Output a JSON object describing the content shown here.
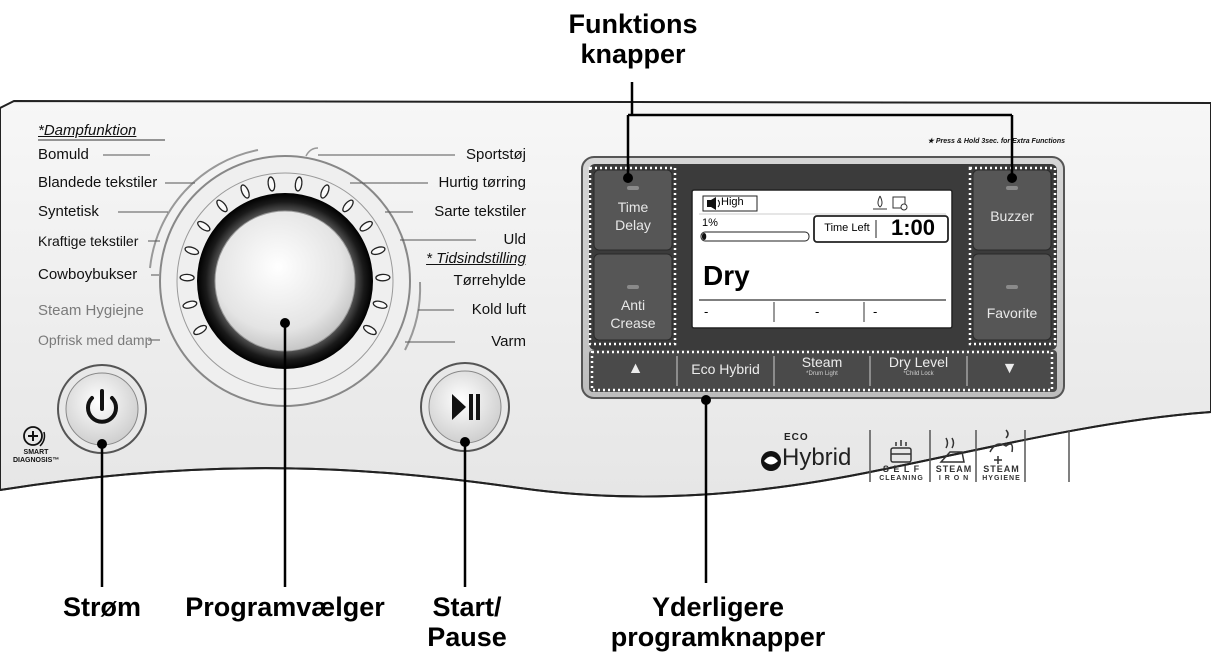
{
  "callouts": {
    "function_buttons": "Funktions\nknapper",
    "power": "Strøm",
    "program_selector": "Programvælger",
    "start_pause": "Start/\nPause",
    "extra_buttons": "Yderligere\nprogramknapper"
  },
  "programs_left": {
    "header": "*Dampfunktion",
    "items": [
      "Bomuld",
      "Blandede tekstiler",
      "Syntetisk",
      "Kraftige tekstiler",
      "Cowboybukser",
      "Steam Hygiejne",
      "Opfrisk med damp"
    ]
  },
  "programs_right": {
    "items_top": [
      "Sportstøj",
      "Hurtig tørring",
      "Sarte tekstiler",
      "Uld"
    ],
    "timer_header": "* Tidsindstilling",
    "items_bottom": [
      "Tørrehylde",
      "Kold luft",
      "Varm"
    ]
  },
  "panel": {
    "note": "★ Press & Hold 3sec. for Extra Functions",
    "left_buttons": [
      {
        "label": "Time\nDelay"
      },
      {
        "label": "Anti\nCrease"
      }
    ],
    "right_buttons": [
      {
        "label": "Buzzer"
      },
      {
        "label": "Favorite"
      }
    ],
    "bottom_bar": [
      {
        "label": "▲",
        "sub": ""
      },
      {
        "label": "Eco Hybrid",
        "sub": ""
      },
      {
        "label": "Steam",
        "sub": "*Drum Light"
      },
      {
        "label": "Dry Level",
        "sub": "*Child Lock"
      },
      {
        "label": "▼",
        "sub": ""
      }
    ]
  },
  "display": {
    "volume": "High",
    "progress_percent": "1%",
    "progress_fraction": 0.04,
    "time_left_label": "Time Left",
    "time_left_value": "1:00",
    "cycle": "Dry",
    "cells": [
      "-",
      "-",
      "-"
    ]
  },
  "branding": {
    "eco_small": "ECO",
    "eco_word": "Hybrid",
    "self_cleaning_top": "S E L F",
    "self_cleaning_bottom": "CLEANING",
    "steam_iron_top": "STEAM",
    "steam_iron_bottom": "I R O N",
    "steam_hygiene_top": "STEAM",
    "steam_hygiene_bottom": "HYGIENE",
    "smart_diagnosis_1": "SMART",
    "smart_diagnosis_2": "DIAGNOSIS™"
  },
  "colors": {
    "panel_dark": "#3c3c3c",
    "panel_button": "#555555",
    "lcd_bg": "#ffffff",
    "dotted_frame": "#ffffff"
  }
}
